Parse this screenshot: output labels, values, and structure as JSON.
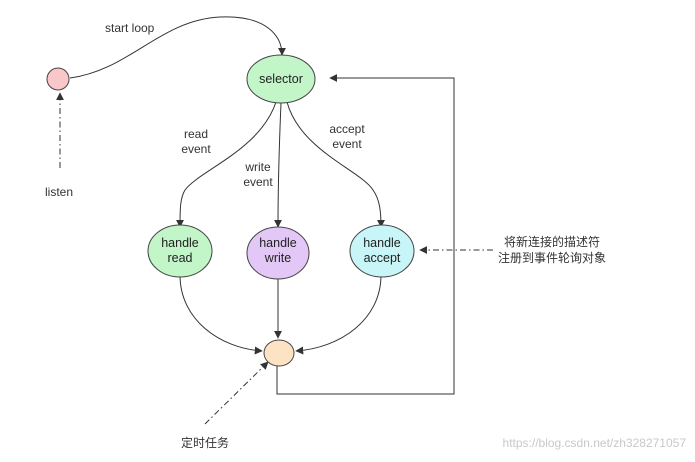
{
  "labels": {
    "start_loop": "start loop",
    "listen": "listen",
    "read_event_1": "read",
    "read_event_2": "event",
    "write_event_1": "write",
    "write_event_2": "event",
    "accept_event_1": "accept",
    "accept_event_2": "event",
    "register_note_1": "将新连接的描述符",
    "register_note_2": "注册到事件轮询对象",
    "timer_task": "定时任务"
  },
  "nodes": {
    "selector": {
      "label": "selector",
      "fill": "#c2f5c7"
    },
    "handle_read": {
      "line1": "handle",
      "line2": "read",
      "fill": "#c2f5c7"
    },
    "handle_write": {
      "line1": "handle",
      "line2": "write",
      "fill": "#e3c8f7"
    },
    "handle_accept": {
      "line1": "handle",
      "line2": "accept",
      "fill": "#c8f5f7"
    },
    "start_circle": {
      "fill": "#f9c7c9"
    },
    "join_circle": {
      "fill": "#fde3c4"
    }
  },
  "watermark": "https://blog.csdn.net/zh328271057"
}
